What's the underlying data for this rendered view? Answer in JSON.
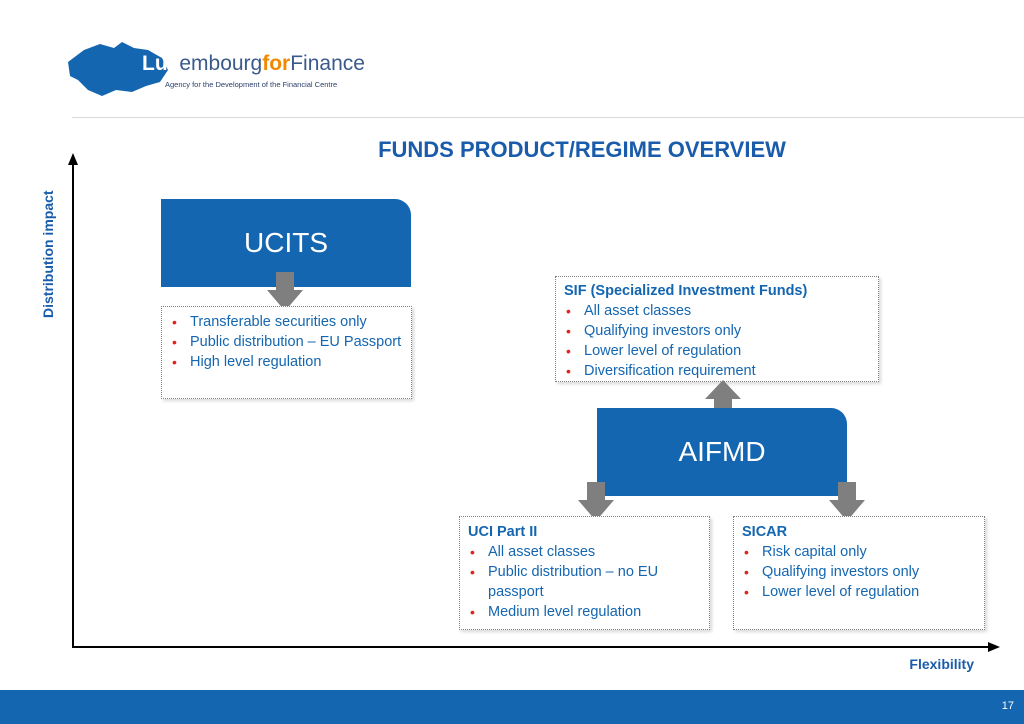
{
  "logo": {
    "word_lux": "Lux",
    "word_embourg": "embourg",
    "word_for": "for",
    "word_finance": "Finance",
    "tagline": "Agency for the Development of the Financial Centre"
  },
  "title": "FUNDS PRODUCT/REGIME OVERVIEW",
  "axes": {
    "y_label": "Distribution impact",
    "x_label": "Flexibility"
  },
  "nodes": {
    "ucits": "UCITS",
    "aifmd": "AIFMD"
  },
  "boxes": {
    "ucits": {
      "items": [
        "Transferable securities only",
        "Public distribution – EU Passport",
        "High level regulation"
      ]
    },
    "sif": {
      "heading": "SIF (Specialized Investment Funds)",
      "items": [
        "All asset classes",
        "Qualifying investors only",
        "Lower level of regulation",
        "Diversification requirement"
      ]
    },
    "uci": {
      "heading": "UCI Part II",
      "items": [
        "All asset classes",
        "Public distribution – no EU passport",
        "Medium level regulation"
      ]
    },
    "sicar": {
      "heading": "SICAR",
      "items": [
        "Risk capital only",
        "Qualifying investors only",
        "Lower level of regulation"
      ]
    }
  },
  "colors": {
    "brand_blue": "#1466b0",
    "bullet_red": "#e2231a",
    "arrow_gray": "#7f7f7f",
    "logo_orange": "#f08a00"
  },
  "footer": {
    "page_number": "17"
  }
}
